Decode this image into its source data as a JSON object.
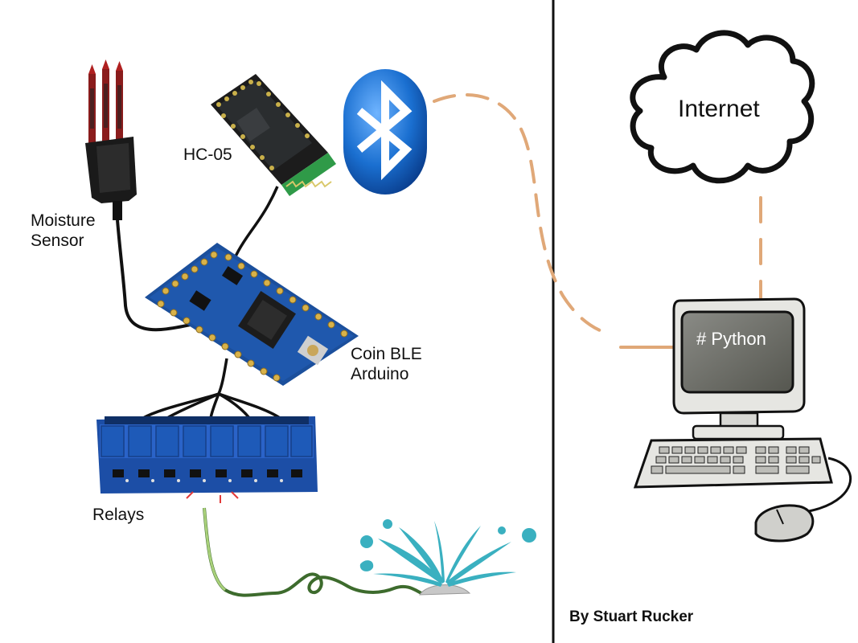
{
  "labels": {
    "moisture_line1": "Moisture",
    "moisture_line2": "Sensor",
    "hc05": "HC-05",
    "coin_line1": "Coin BLE",
    "coin_line2": "Arduino",
    "relays": "Relays",
    "internet": "Internet",
    "python": "# Python",
    "author": "By Stuart Rucker"
  },
  "colors": {
    "divider": "#111111",
    "dashed_link": "#e0a878",
    "pcb_blue": "#1b4f9c",
    "relay_blue": "#2a63c8",
    "bluetooth_blue": "#1a6fd0",
    "water": "#3ab0c0",
    "hose": "#3d6b2d",
    "screen": "#6f706c"
  },
  "icons": [
    "moisture-sensor-icon",
    "hc05-module-icon",
    "bluetooth-icon",
    "arduino-board-icon",
    "relay-board-icon",
    "sprinkler-icon",
    "cloud-icon",
    "computer-icon"
  ]
}
